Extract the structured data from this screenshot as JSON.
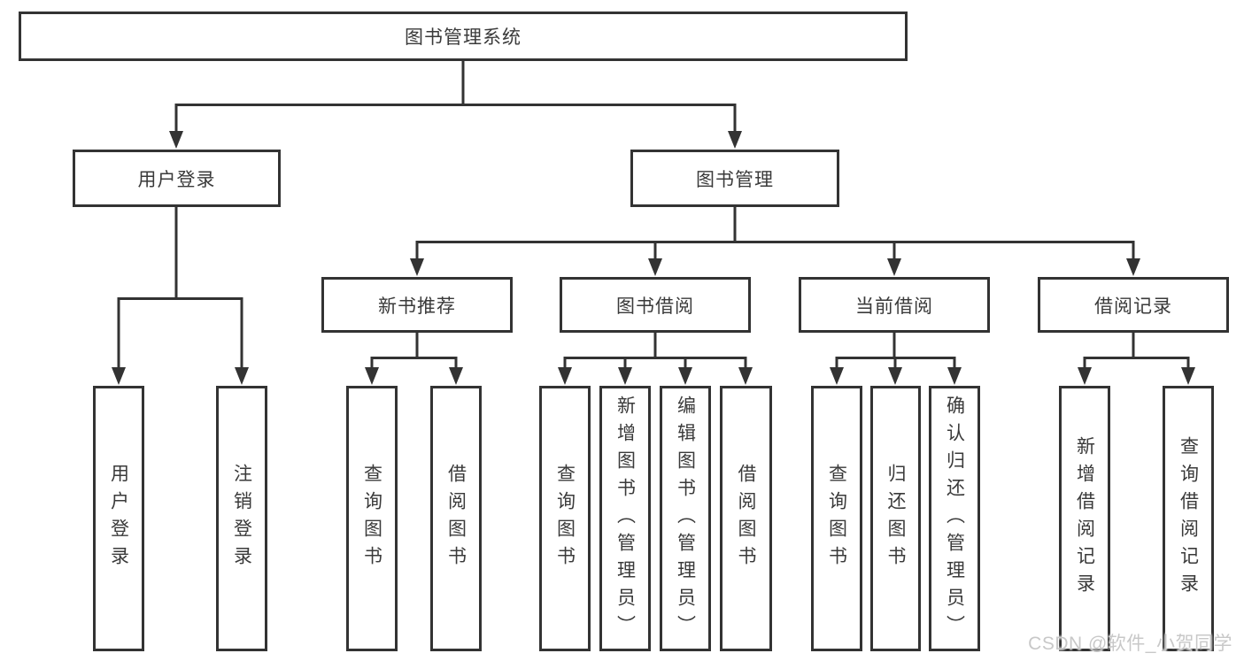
{
  "colors": {
    "line": "#333333",
    "text": "#3a3a3a",
    "watermark": "#c8c8c8",
    "background": "#ffffff"
  },
  "watermark": "CSDN @软件_小贺同学",
  "tree": {
    "label": "图书管理系统",
    "children": [
      {
        "label": "用户登录",
        "children": [
          {
            "label": "用户登录"
          },
          {
            "label": "注销登录"
          }
        ]
      },
      {
        "label": "图书管理",
        "children": [
          {
            "label": "新书推荐",
            "children": [
              {
                "label": "查询图书"
              },
              {
                "label": "借阅图书"
              }
            ]
          },
          {
            "label": "图书借阅",
            "children": [
              {
                "label": "查询图书"
              },
              {
                "label": "新增图书（管理员）"
              },
              {
                "label": "编辑图书（管理员）"
              },
              {
                "label": "借阅图书"
              }
            ]
          },
          {
            "label": "当前借阅",
            "children": [
              {
                "label": "查询图书"
              },
              {
                "label": "归还图书"
              },
              {
                "label": "确认归还（管理员）"
              }
            ]
          },
          {
            "label": "借阅记录",
            "children": [
              {
                "label": "新增借阅记录"
              },
              {
                "label": "查询借阅记录"
              }
            ]
          }
        ]
      }
    ]
  }
}
